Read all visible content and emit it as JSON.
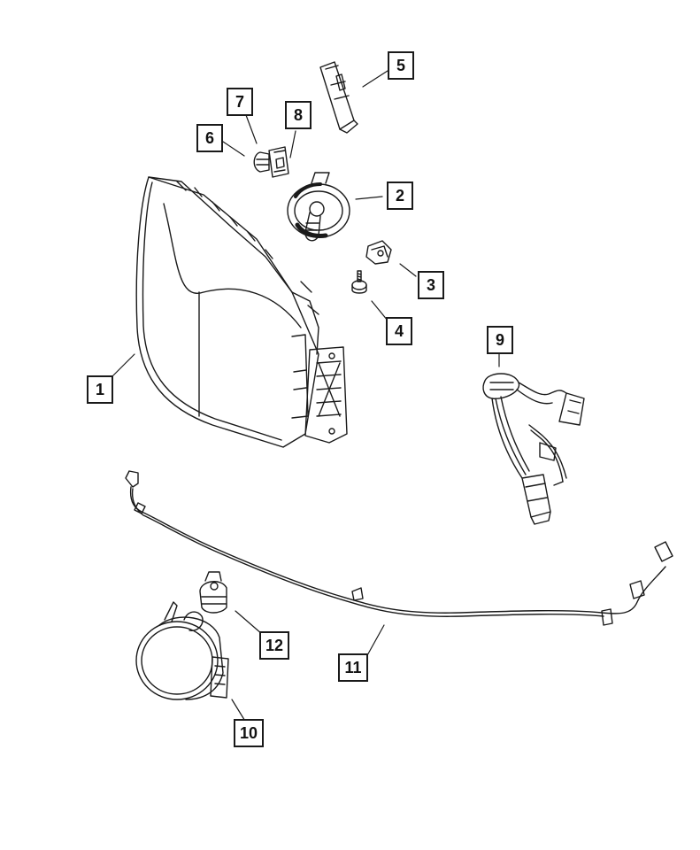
{
  "diagram": {
    "parts": [
      {
        "id": "1",
        "label": "1"
      },
      {
        "id": "2",
        "label": "2"
      },
      {
        "id": "3",
        "label": "3"
      },
      {
        "id": "4",
        "label": "4"
      },
      {
        "id": "5",
        "label": "5"
      },
      {
        "id": "6",
        "label": "6"
      },
      {
        "id": "7",
        "label": "7"
      },
      {
        "id": "8",
        "label": "8"
      },
      {
        "id": "9",
        "label": "9"
      },
      {
        "id": "10",
        "label": "10"
      },
      {
        "id": "11",
        "label": "11"
      },
      {
        "id": "12",
        "label": "12"
      }
    ]
  },
  "colors": {
    "line": "#1a1a1a",
    "background": "#ffffff"
  }
}
